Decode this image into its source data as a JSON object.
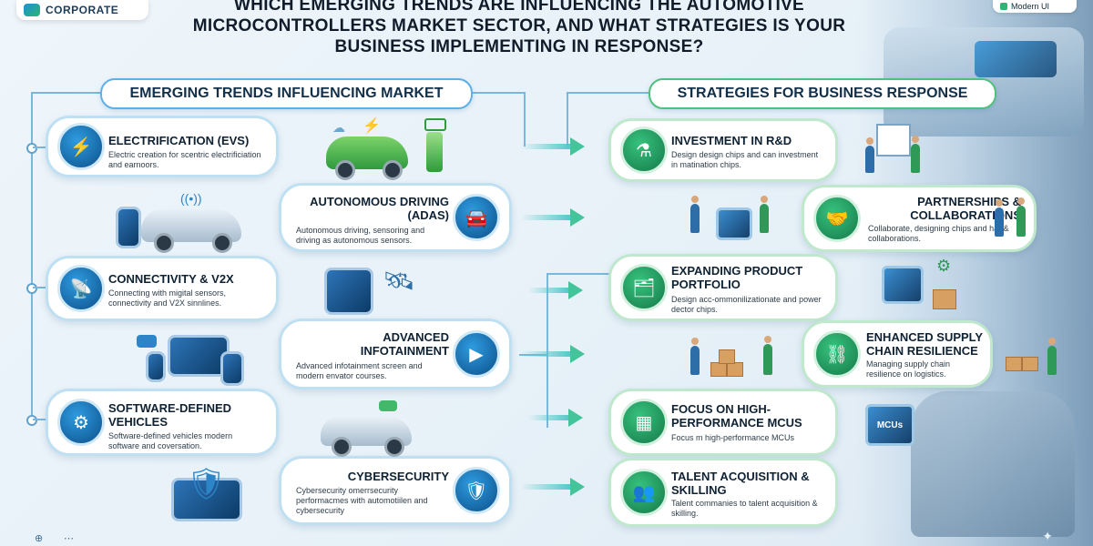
{
  "header": {
    "logo_text": "CORPORATE",
    "badge_text": "Modern UI",
    "title": "Which emerging trends are influencing the automotive microcontrollers market sector, and what strategies is your business implementing in response?"
  },
  "left_section": {
    "heading": "Emerging Trends Influencing Market",
    "cards": [
      {
        "title": "Electrification (EVs)",
        "desc": "Electric creation for scentric electrificiation and earnoors.",
        "icon": "ev-charging-icon"
      },
      {
        "title": "Autonomous Driving (ADAS)",
        "desc": "Autonomous driving, sensoring and driving as autonomous sensors.",
        "icon": "car-sensor-icon"
      },
      {
        "title": "Connectivity & V2X",
        "desc": "Connecting with migital sensors, connectivity and V2X sinnlines.",
        "icon": "signal-tower-icon"
      },
      {
        "title": "Advanced Infotainment",
        "desc": "Advanced infotainment screen and modern envator courses.",
        "icon": "media-screen-icon"
      },
      {
        "title": "Software-Defined Vehicles",
        "desc": "Software-defined vehicles modern software and coversation.",
        "icon": "software-gear-icon"
      },
      {
        "title": "Cybersecurity",
        "desc": "Cybersecurity omerrsecurity performacmes with automotiilen and cybersecurity",
        "icon": "shield-lock-icon"
      }
    ]
  },
  "right_section": {
    "heading": "Strategies for Business Response",
    "cards": [
      {
        "title": "Investment in R&D",
        "desc": "Design design chips and can investment in matination chips.",
        "icon": "flask-icon"
      },
      {
        "title": "Partnerships & Collaborations",
        "desc": "Collaborate, designing chips and har & collaborations.",
        "icon": "handshake-icon"
      },
      {
        "title": "Expanding Product Portfolio",
        "desc": "Design acc-ommonilizationate and power dector chips.",
        "icon": "portfolio-icon"
      },
      {
        "title": "Enhanced Supply Chain Resilience",
        "desc": "Managing supply chain resilience on logistics.",
        "icon": "supply-network-icon"
      },
      {
        "title": "Focus on High-Performance MCUs",
        "desc": "Focus m high-performance MCUs",
        "icon": "processor-icon"
      },
      {
        "title": "Talent Acquisition & Skilling",
        "desc": "Talent commanies to talent acquisition & skilling.",
        "icon": "team-icon"
      }
    ]
  },
  "illustrations": {
    "mcu_chip_label": "MCUs"
  },
  "colors": {
    "blue_accent": "#1f8fd6",
    "green_accent": "#2bb673",
    "arrow": "#43c49a"
  }
}
